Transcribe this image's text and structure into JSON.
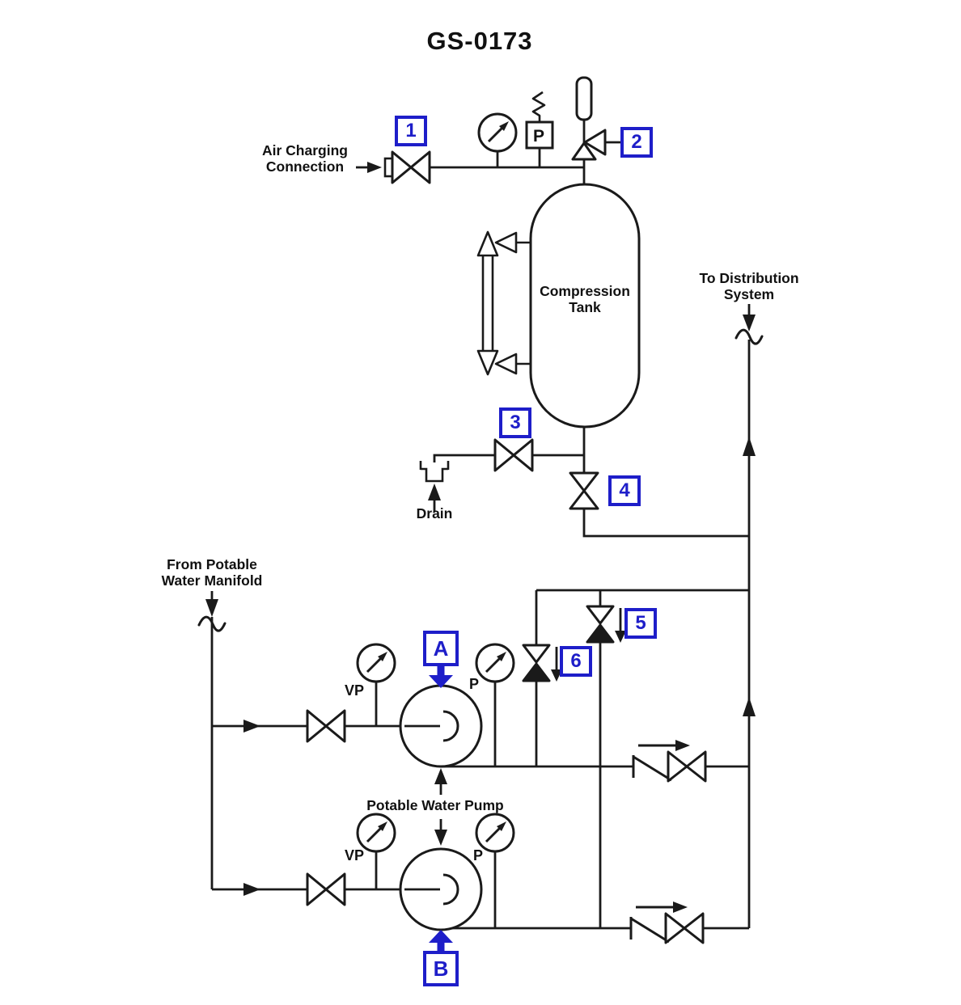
{
  "title": "GS-0173",
  "colors": {
    "line": "#1a1a1a",
    "tag_blue": "#1e1ec9",
    "background": "#ffffff"
  },
  "labels": {
    "air_charging": {
      "line1": "Air Charging",
      "line2": "Connection"
    },
    "tank": {
      "line1": "Compression",
      "line2": "Tank"
    },
    "to_distribution": {
      "line1": "To Distribution",
      "line2": "System"
    },
    "from_manifold": {
      "line1": "From Potable",
      "line2": "Water Manifold"
    },
    "drain": "Drain",
    "pump": "Potable Water Pump",
    "vacuum_pressure_gauge": "VP",
    "pressure_gauge": "P",
    "pressure_switch": "P"
  },
  "tags": {
    "v1": "1",
    "v2": "2",
    "v3": "3",
    "v4": "4",
    "v5": "5",
    "v6": "6",
    "pump_a": "A",
    "pump_b": "B"
  }
}
